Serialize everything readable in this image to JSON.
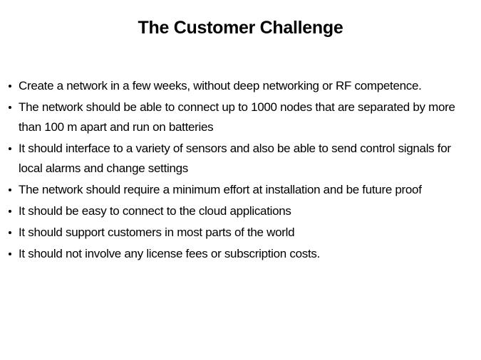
{
  "slide": {
    "title": "The Customer Challenge",
    "bullets": [
      "Create a network in a few weeks, without deep networking or RF competence.",
      "The network should be able to connect up to 1000 nodes that are separated by more than 100 m apart and run on batteries",
      "It should interface to a variety of sensors and also be able to send control signals for local alarms and change settings",
      "The network should require a minimum effort at installation and be future proof",
      "It should be easy to connect to the cloud applications",
      "It should support customers in most parts of the world",
      "It should not involve any license fees or subscription costs."
    ]
  }
}
